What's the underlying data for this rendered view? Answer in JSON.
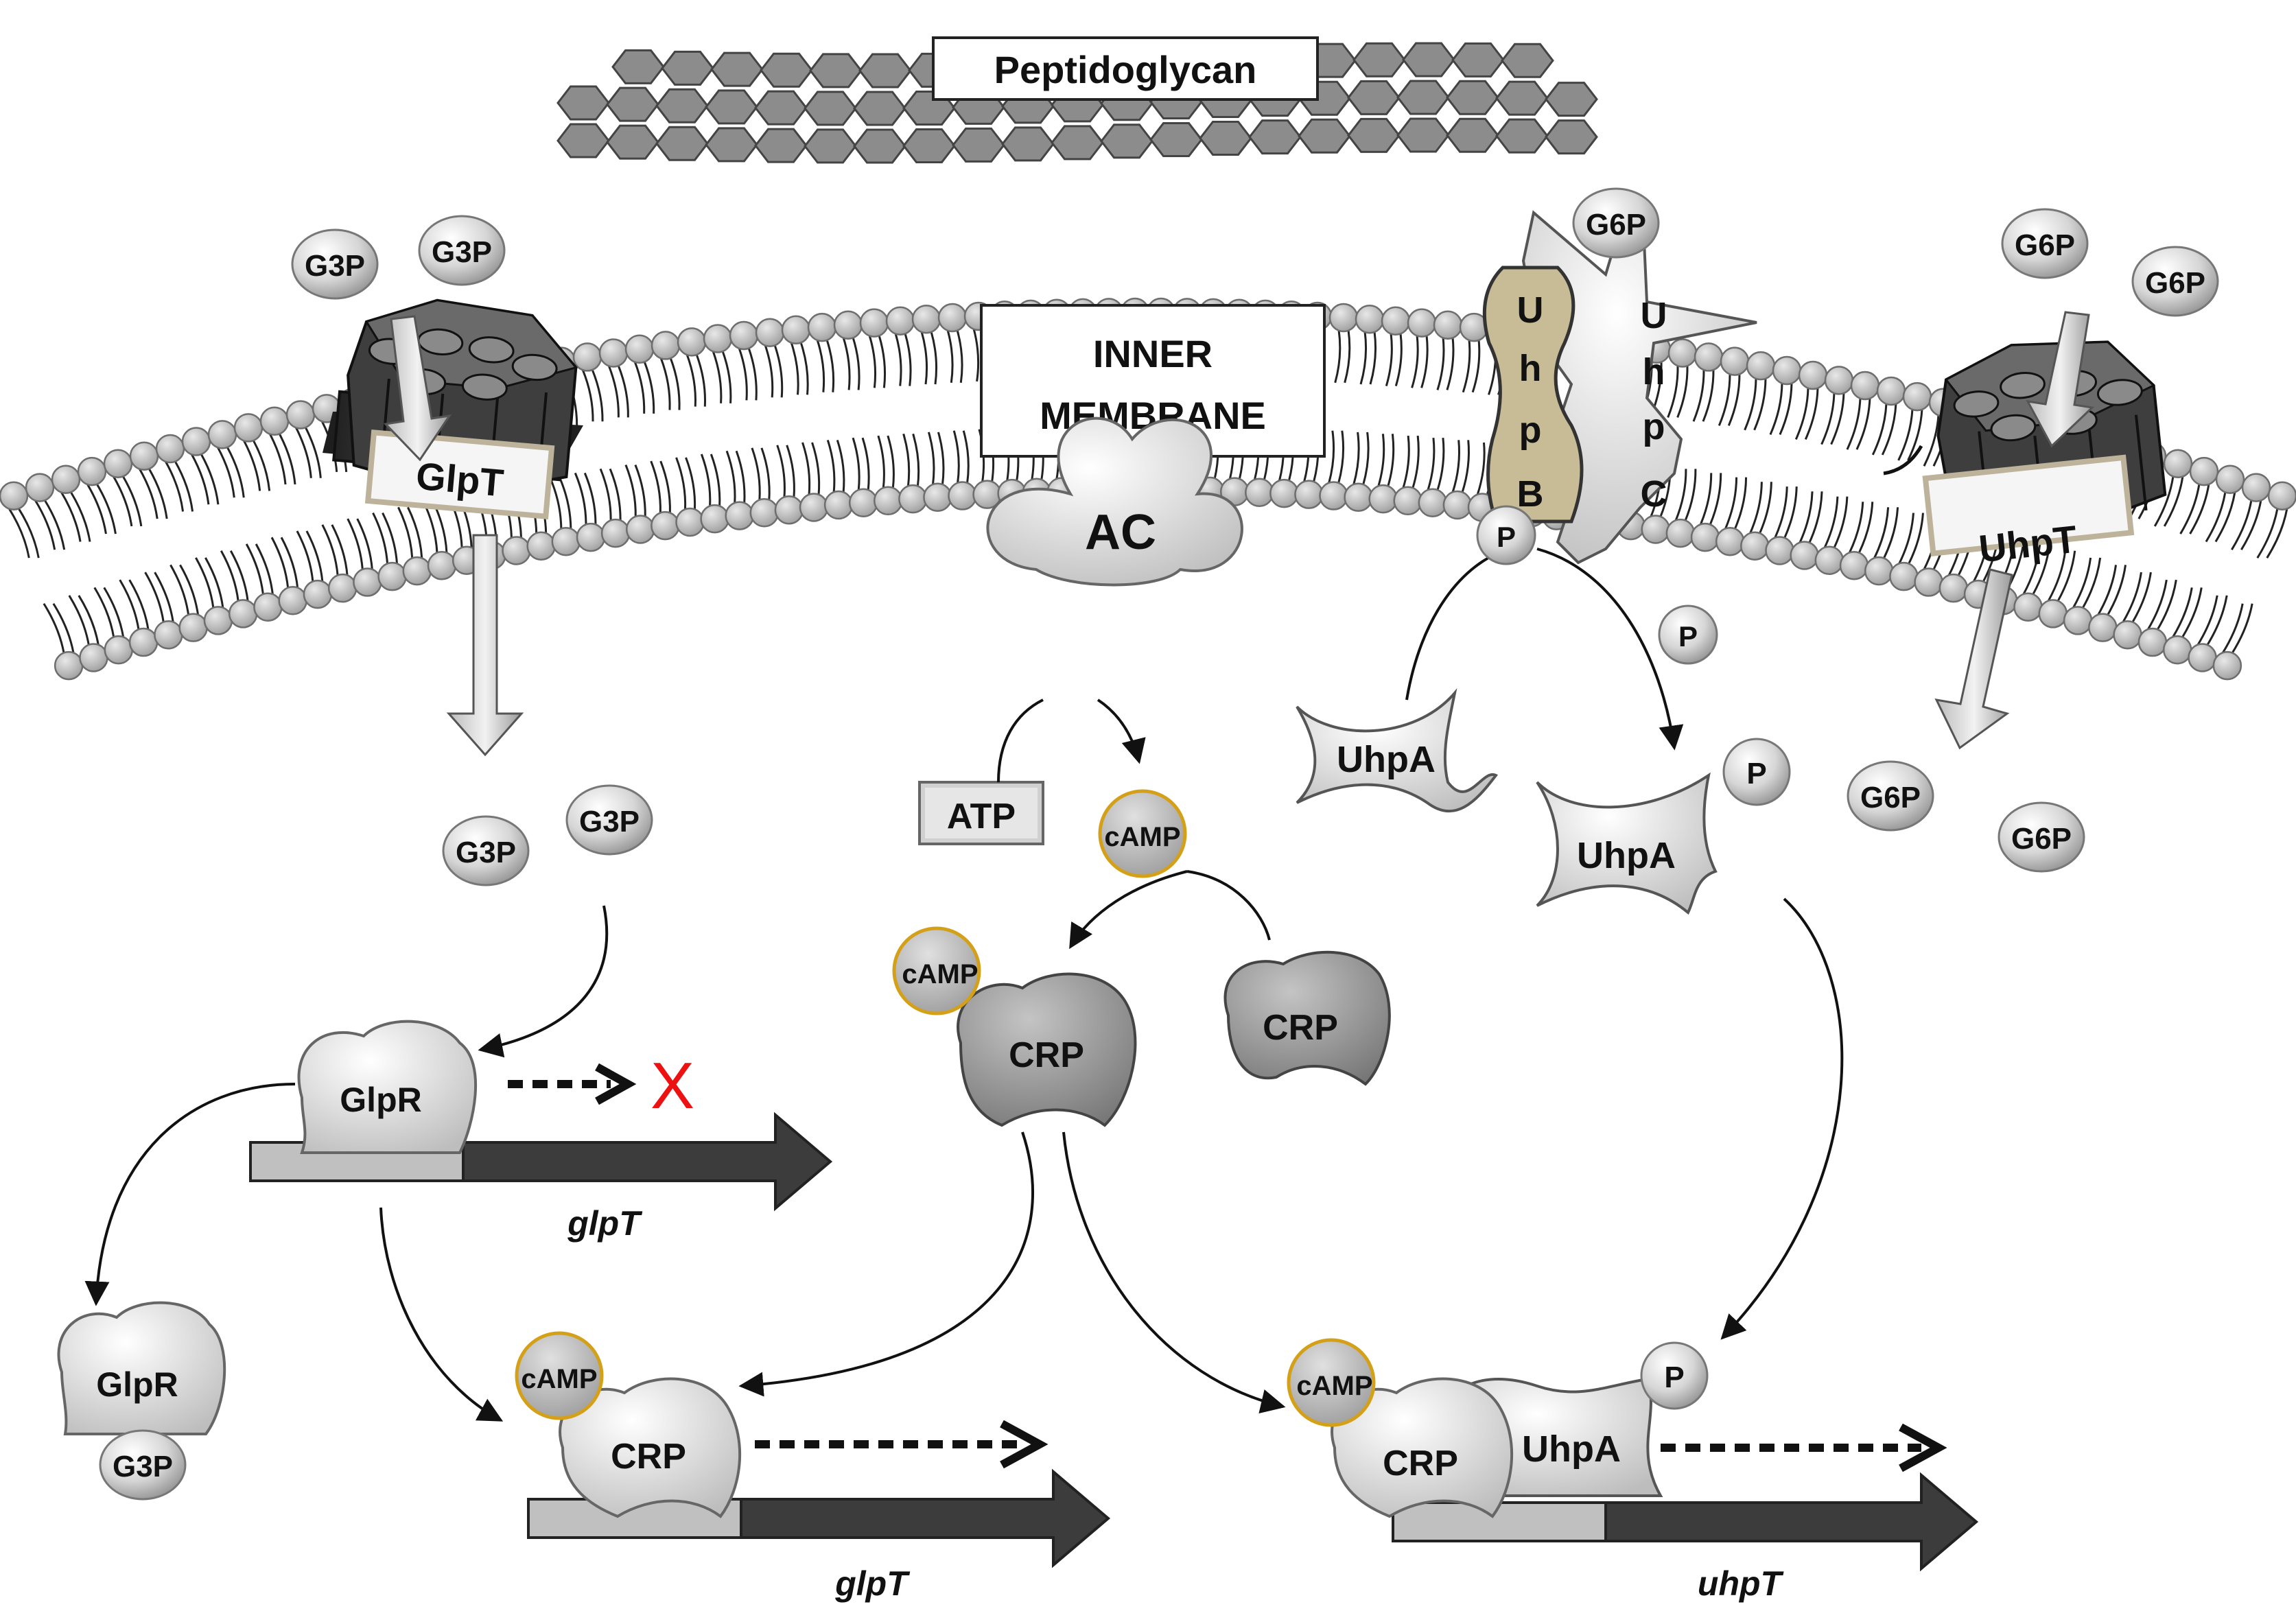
{
  "labels": {
    "peptidoglycan": "Peptidoglycan",
    "membrane_line1": "INNER",
    "membrane_line2": "MEMBRANE",
    "glpt_transporter": "GlpT",
    "uhpt_transporter": "UhpT",
    "uhpb_letters": [
      "U",
      "h",
      "p",
      "B"
    ],
    "uhpc_letters": [
      "U",
      "h",
      "p",
      "C"
    ],
    "adenylate_cyclase": "AC",
    "atp": "ATP",
    "camp": "cAMP",
    "crp": "CRP",
    "glpr": "GlpR",
    "uhpa": "UhpA",
    "phosphate": "P",
    "g3p": "G3P",
    "g6p": "G6P",
    "blocked": "X",
    "gene_glpt": "glpT",
    "gene_uhpt": "uhpT"
  },
  "colors": {
    "protein_light": "#e4e4e4",
    "protein_grey": "#9a9a9a",
    "lipid_head": "#b8b8b8",
    "transporter_dark": "#3a3a3a",
    "uhpb_fill": "#c8bc96",
    "camp_outline": "#d4a017",
    "promoter": "#c0c0c0",
    "gene_body": "#3c3c3c",
    "blocked_mark": "#ee1111"
  }
}
